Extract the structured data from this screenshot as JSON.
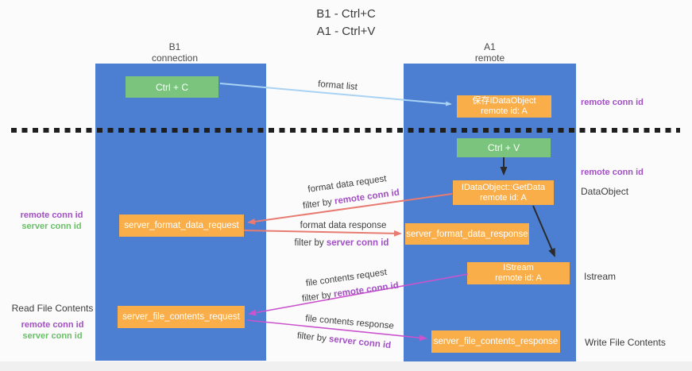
{
  "title": {
    "lines": [
      "B1 - Ctrl+C",
      "A1 - Ctrl+V"
    ]
  },
  "lanes": {
    "left": {
      "name": "B1",
      "role": "connection"
    },
    "right": {
      "name": "A1",
      "role": "remote"
    }
  },
  "nodes": {
    "ctrl_c": {
      "label": "Ctrl + C"
    },
    "ctrl_v": {
      "label": "Ctrl + V"
    },
    "save_dataobject": {
      "line1": "保存IDataObject",
      "line2": "remote id: A"
    },
    "getdata": {
      "line1": "IDataObject::GetData",
      "line2": "remote id: A"
    },
    "istream": {
      "line1": "IStream",
      "line2": "remote id: A"
    },
    "server_format_data_request": {
      "label": "server_format_data_request"
    },
    "server_format_data_response": {
      "label": "server_format_data_response"
    },
    "server_file_contents_request": {
      "label": "server_file_contents_request"
    },
    "server_file_contents_response": {
      "label": "server_file_contents_response"
    }
  },
  "edges": {
    "format_list": {
      "label": "format list"
    },
    "format_data_request": {
      "label": "format data request",
      "filter_prefix": "filter by ",
      "filter_key": "remote conn id"
    },
    "format_data_response": {
      "label": "format data response",
      "filter_prefix": "filter by ",
      "filter_key": "server conn id"
    },
    "file_contents_request": {
      "label": "file contents request",
      "filter_prefix": "filter by ",
      "filter_key": "remote conn id"
    },
    "file_contents_response": {
      "label": "file contents response",
      "filter_prefix": "filter by ",
      "filter_key": "server conn id"
    }
  },
  "margin_labels": {
    "left_format": {
      "remote": "remote conn id",
      "server": "server conn id"
    },
    "left_file": {
      "title": "Read File Contents",
      "remote": "remote conn id",
      "server": "server conn id"
    },
    "right_top": {
      "remote": "remote conn id"
    },
    "right_paste": {
      "remote": "remote conn id",
      "object": "DataObject"
    },
    "right_istream": {
      "label": "Istream"
    },
    "right_write": {
      "label": "Write File Contents"
    }
  },
  "colors": {
    "lane_blue": "#4c7fd1",
    "node_orange": "#f9ae49",
    "node_green": "#7bc47d",
    "accent_purple": "#a24fc4",
    "accent_green": "#6abf69",
    "arrow_red": "#e87b72",
    "arrow_magenta": "#cb54ce",
    "arrow_blue": "#a9d2f3",
    "arrow_black": "#2b2b2b",
    "dashed_separator": "#1f1f1f"
  }
}
